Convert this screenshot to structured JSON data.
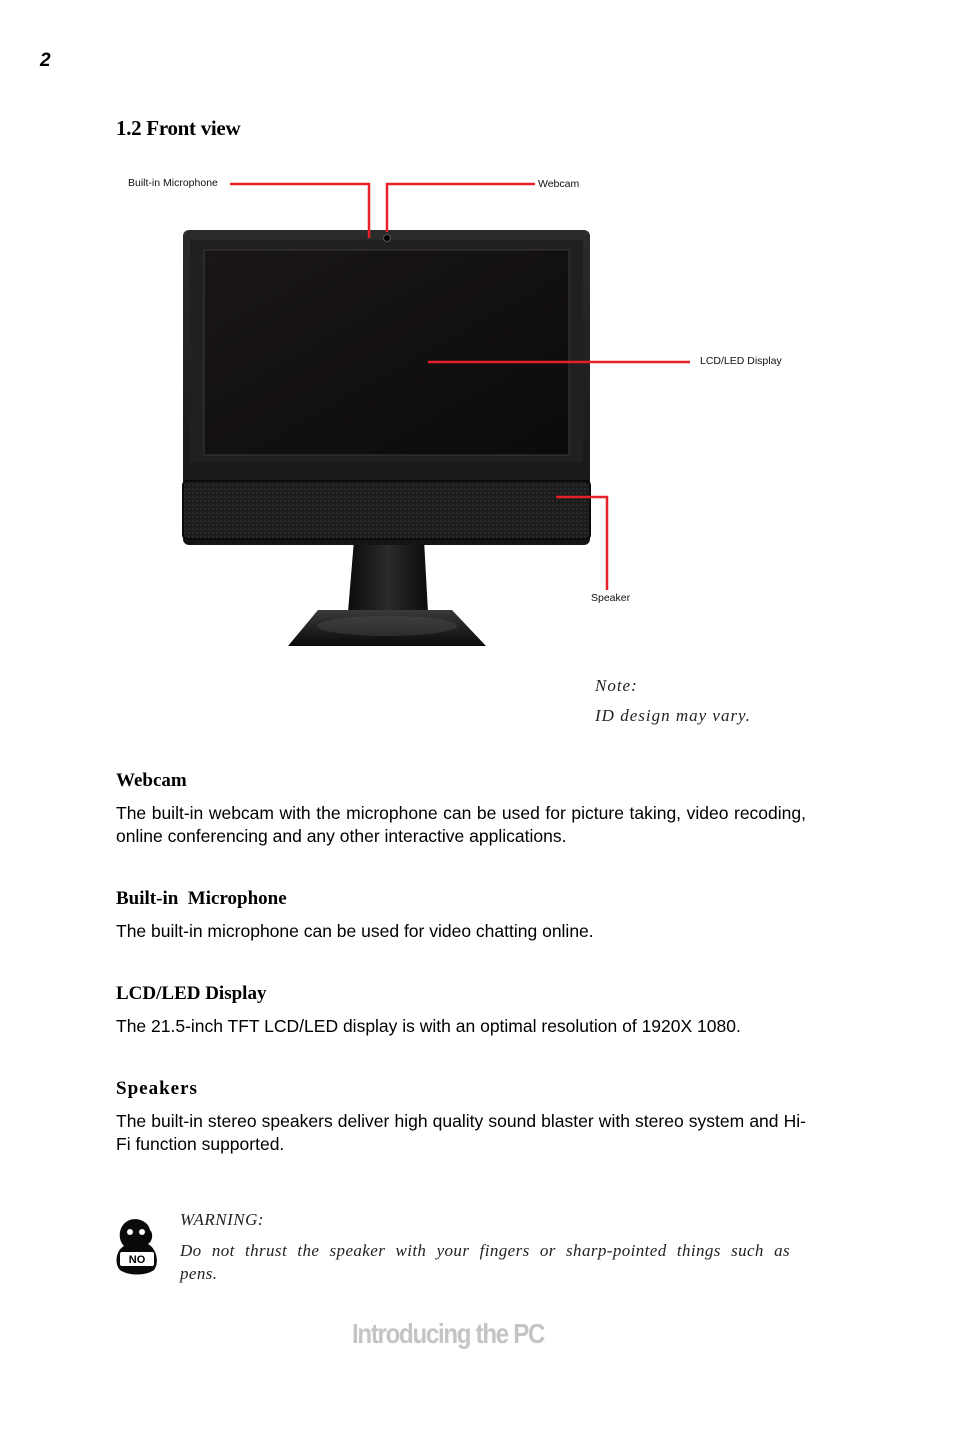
{
  "page": {
    "number": "2",
    "section_title": "1.2 Front view",
    "footer": "Introducing the PC"
  },
  "figure": {
    "callouts": {
      "microphone": "Built-in Microphone",
      "webcam": "Webcam",
      "display": "LCD/LED Display",
      "speaker": "Speaker"
    },
    "accent_color": "#e8202a"
  },
  "note": {
    "label": "Note:",
    "text": "ID design may vary."
  },
  "sections": [
    {
      "heading": "Webcam",
      "body": "The built-in webcam with the microphone can be used for picture taking, video recoding, online conferencing and any other interactive applications."
    },
    {
      "heading": "Built-in  Microphone",
      "body": "The built-in microphone can be used for video chatting online."
    },
    {
      "heading": "LCD/LED Display",
      "body": "The 21.5-inch TFT LCD/LED display is with an optimal resolution of 1920X 1080."
    },
    {
      "heading": "Speakers",
      "body": "The built-in stereo speakers deliver high quality sound blaster with stereo system and Hi-Fi function supported."
    }
  ],
  "warning": {
    "label": "WARNING:",
    "text": "Do not thrust the speaker with your fingers or sharp-pointed things such as pens.",
    "icon_text": "NO"
  }
}
